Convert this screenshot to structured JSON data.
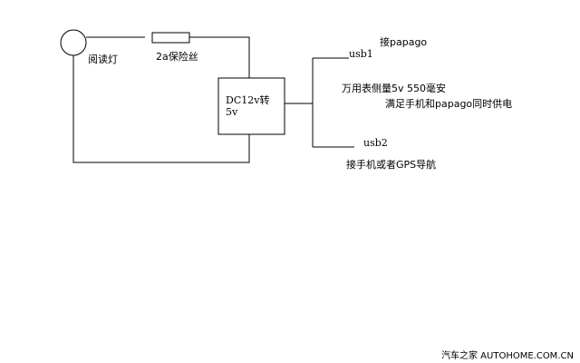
{
  "diagram": {
    "lamp_label": "阅读灯",
    "fuse_label": "2a保险丝",
    "converter_line1": "DC12v转",
    "converter_line2": "5v",
    "usb1_label": "usb1",
    "usb1_target": "接papago",
    "usb2_label": "usb2",
    "usb2_target": "接手机或者GPS导航",
    "measure_note": "万用表侧量5v 550毫安",
    "supply_note": "满足手机和papago同时供电"
  },
  "watermark": {
    "text": "汽车之家 AUTOHOME.COM.CN"
  },
  "colors": {
    "line": "#000000",
    "background": "#ffffff"
  }
}
